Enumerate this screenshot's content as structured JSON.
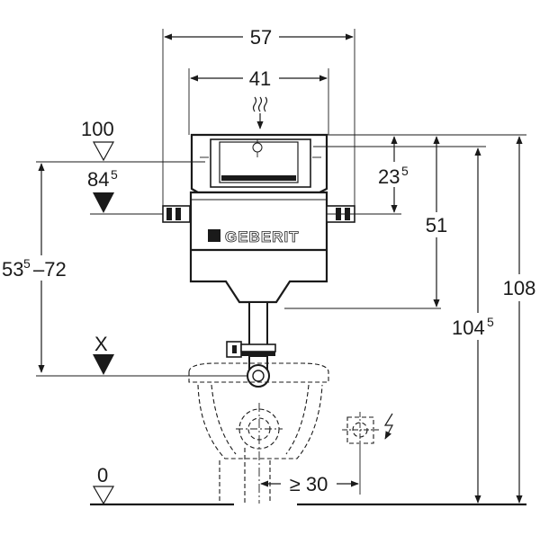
{
  "brand": {
    "logo_text": "GEBERIT"
  },
  "dimensions": {
    "total_width": "57",
    "frame_width": "41",
    "flush_height": "23",
    "flush_height_sup": "5",
    "pipe_height": "51",
    "height_total": "108",
    "height_inner": "104",
    "height_inner_sup": "5",
    "range_a": "53",
    "range_a_sup": "5",
    "range_b": "–72",
    "clearance": "≥ 30"
  },
  "levels": {
    "top": "100",
    "mid": "84",
    "mid_sup": "5",
    "x": "X",
    "floor": "0"
  },
  "icons": [
    "water-supply-icon",
    "electrical-connection-icon",
    "level-marker-icon"
  ],
  "colors": {
    "line": "#1a1a1a",
    "background": "#ffffff"
  }
}
